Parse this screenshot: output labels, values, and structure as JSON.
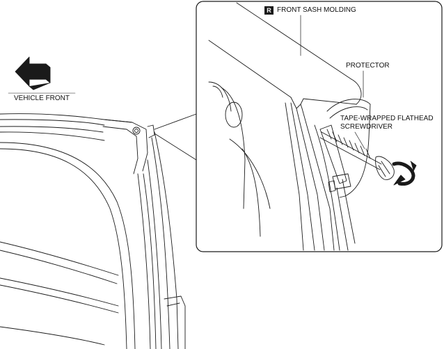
{
  "labels": {
    "vehicle_front": "VEHICLE FRONT",
    "side_badge": "R",
    "front_sash_molding": "FRONT SASH MOLDING",
    "protector": "PROTECTOR",
    "screwdriver_line1": "TAPE-WRAPPED FLATHEAD",
    "screwdriver_line2": "SCREWDRIVER"
  },
  "colors": {
    "line": "#1a1a1a",
    "badge_background": "#1a1a1a",
    "badge_text": "#ffffff",
    "background": "#ffffff"
  }
}
